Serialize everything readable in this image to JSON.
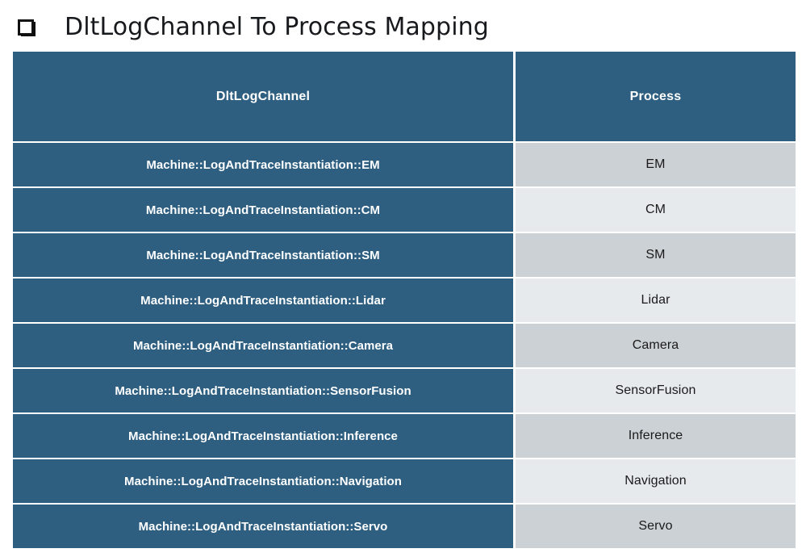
{
  "slide": {
    "title": "DltLogChannel To Process Mapping",
    "bullet_icon": "square-box-bullet-icon",
    "background_color": "#ffffff"
  },
  "colors": {
    "header_blue": "#2e5f80",
    "channel_cell_blue": "#2e5f80",
    "process_band_dark": "#ccd1d5",
    "process_band_light": "#e6eaed",
    "header_text": "#ffffff",
    "title_text": "#17191c",
    "body_text": "#1a1a1a"
  },
  "table": {
    "columns": [
      {
        "key": "channel",
        "label": "DltLogChannel"
      },
      {
        "key": "process",
        "label": "Process"
      }
    ],
    "rows": [
      {
        "channel": "Machine::LogAndTraceInstantiation::EM",
        "process": "EM"
      },
      {
        "channel": "Machine::LogAndTraceInstantiation::CM",
        "process": "CM"
      },
      {
        "channel": "Machine::LogAndTraceInstantiation::SM",
        "process": "SM"
      },
      {
        "channel": "Machine::LogAndTraceInstantiation::Lidar",
        "process": "Lidar"
      },
      {
        "channel": "Machine::LogAndTraceInstantiation::Camera",
        "process": "Camera"
      },
      {
        "channel": "Machine::LogAndTraceInstantiation::SensorFusion",
        "process": "SensorFusion"
      },
      {
        "channel": "Machine::LogAndTraceInstantiation::Inference",
        "process": "Inference"
      },
      {
        "channel": "Machine::LogAndTraceInstantiation::Navigation",
        "process": "Navigation"
      },
      {
        "channel": "Machine::LogAndTraceInstantiation::Servo",
        "process": "Servo"
      }
    ]
  }
}
